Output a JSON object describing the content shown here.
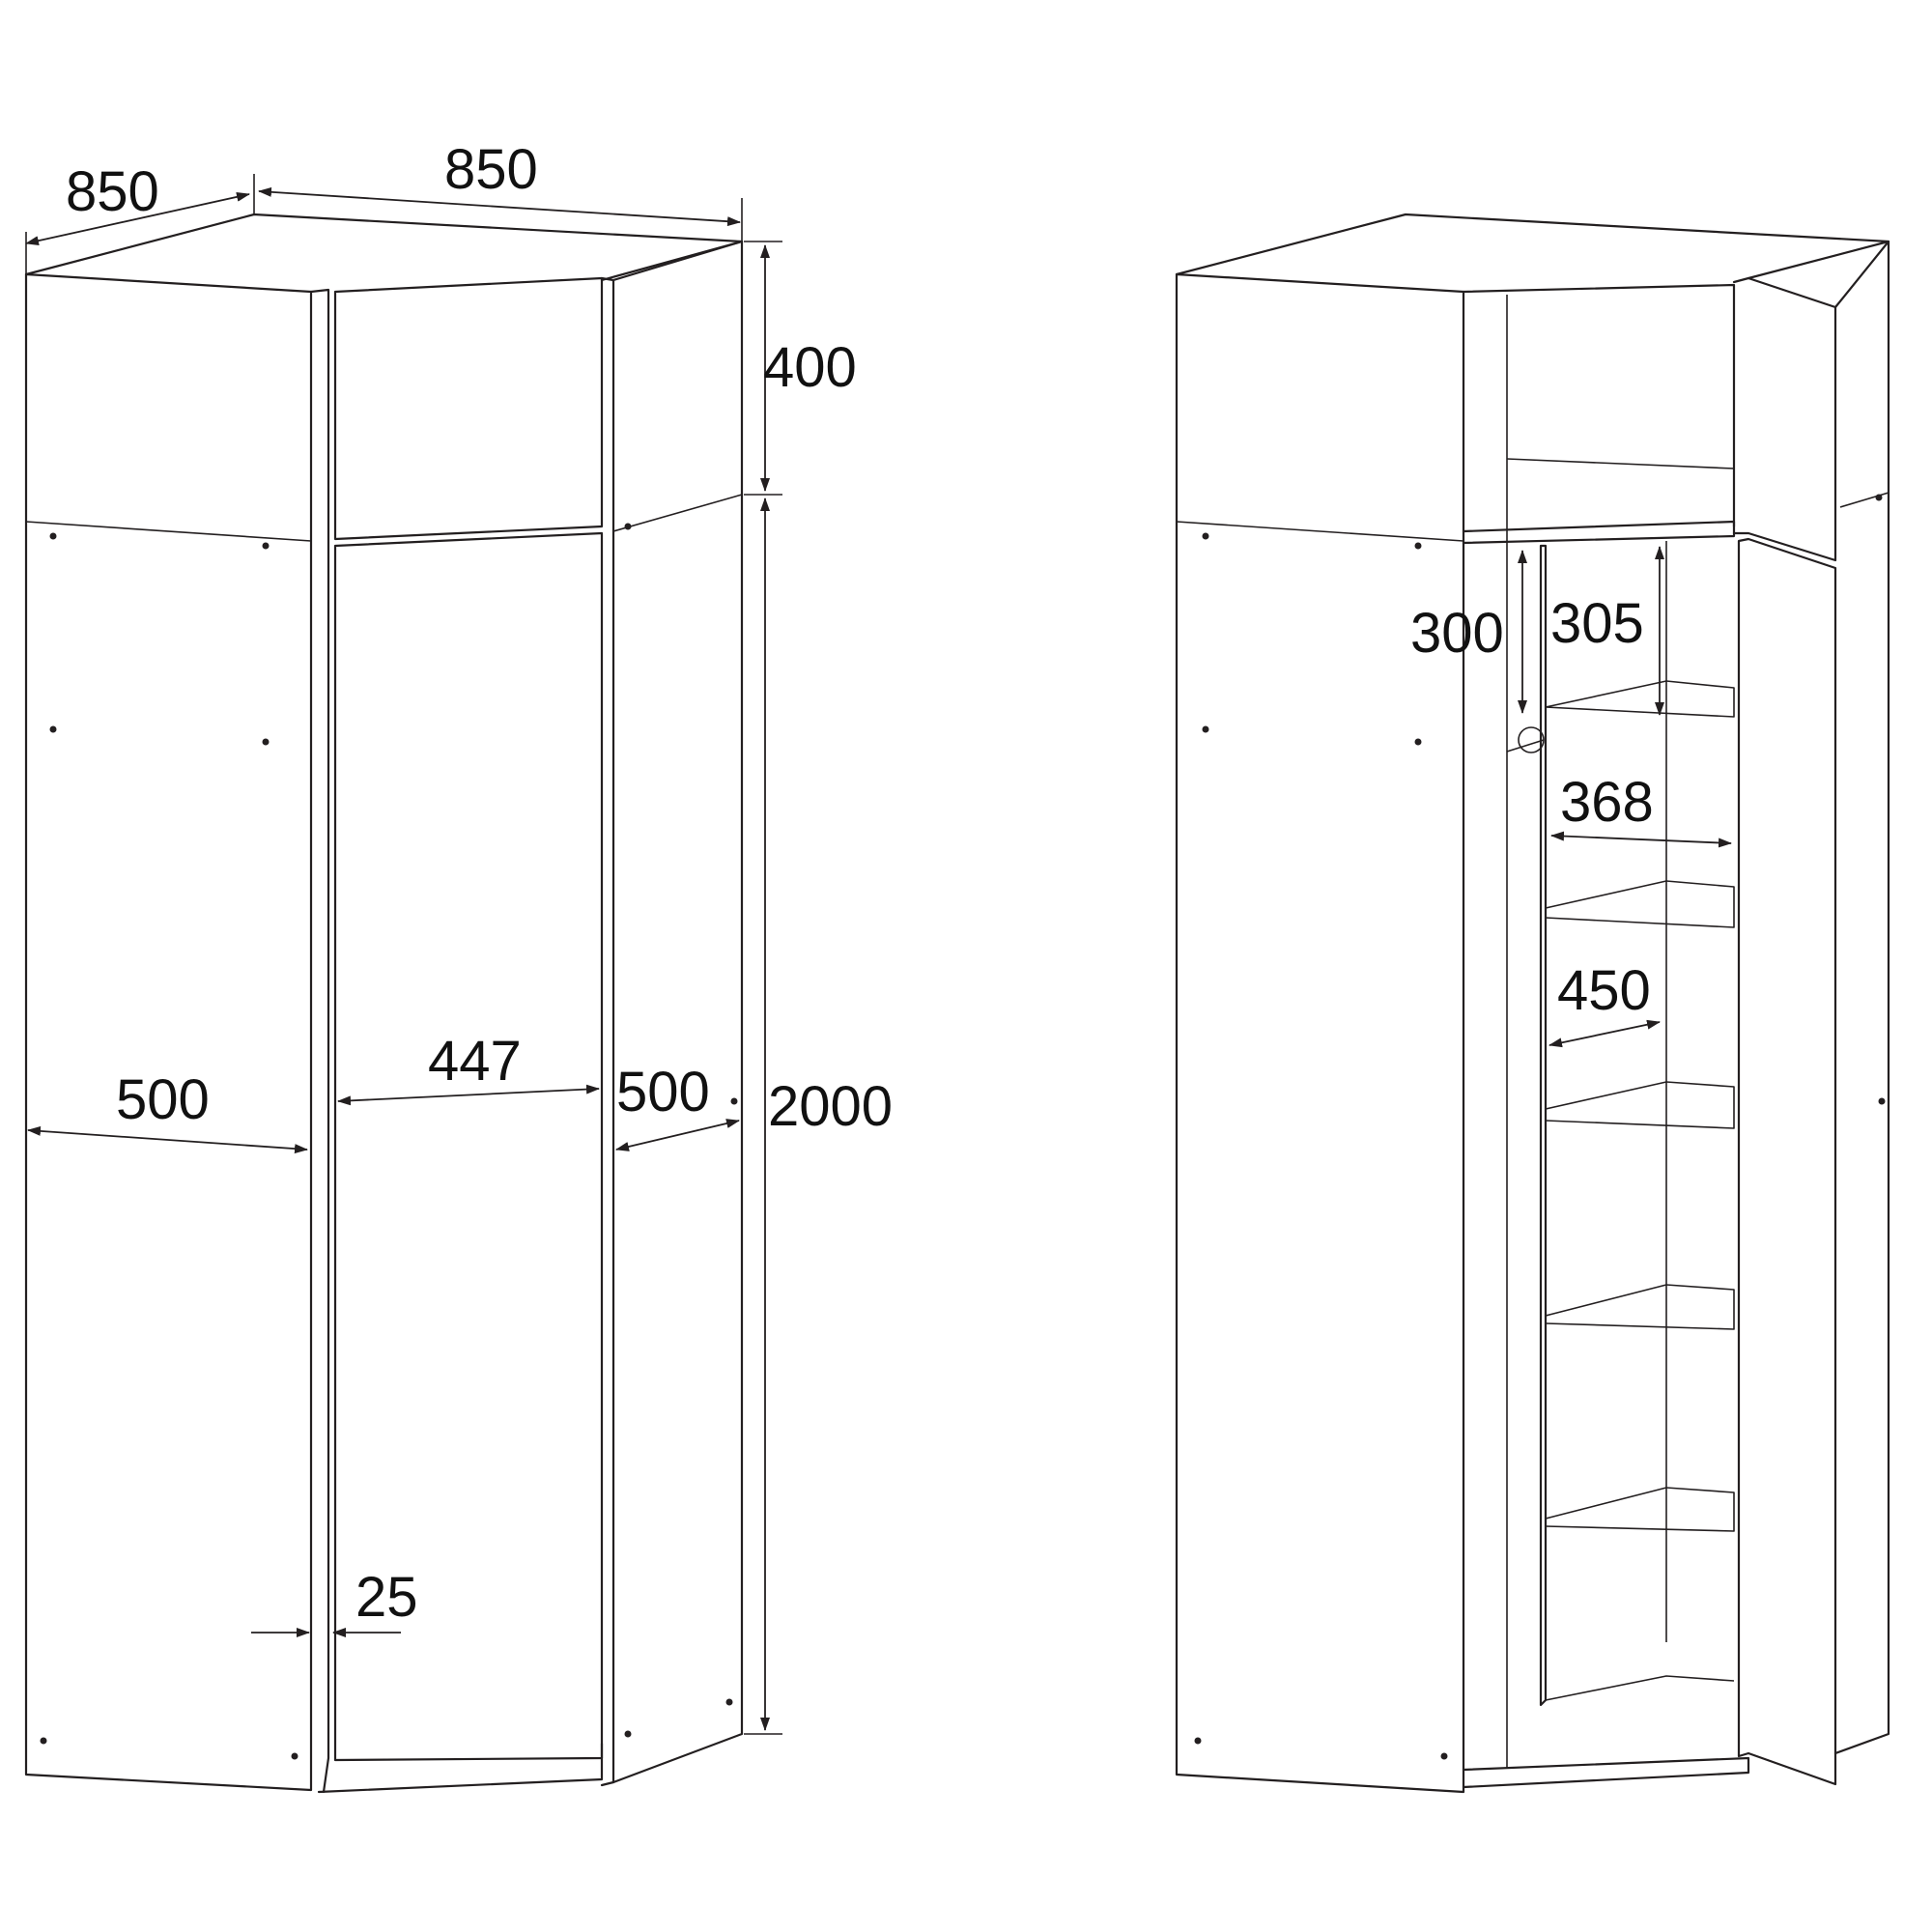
{
  "closed_view": {
    "dimensions": {
      "depth_left": "850",
      "depth_right": "850",
      "top_section_height": "400",
      "total_height": "2000",
      "left_side_width": "500",
      "door_width": "447",
      "right_side_width": "500",
      "door_gap": "25"
    }
  },
  "open_view": {
    "dimensions": {
      "hanging_rail_height": "300",
      "shelf_spacing": "305",
      "shelf_width": "368",
      "shelf_depth": "450"
    }
  },
  "colors": {
    "line": "#231f20",
    "background": "#ffffff"
  }
}
